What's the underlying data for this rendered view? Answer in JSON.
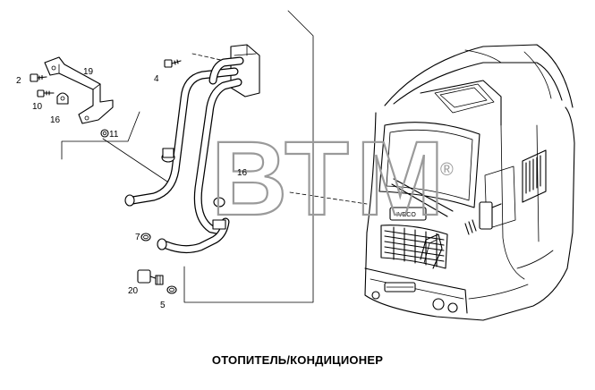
{
  "caption": "ОТОПИТЕЛЬ/КОНДИЦИОНЕР",
  "callouts": {
    "c2": "2",
    "c19": "19",
    "c10": "10",
    "c16a": "16",
    "c11": "11",
    "c4": "4",
    "c16b": "16",
    "c7": "7",
    "c20": "20",
    "c5": "5"
  },
  "watermark": {
    "letter_b": "B",
    "letter_t": "T",
    "letter_m": "M",
    "registered": "®"
  },
  "cab_badge": "IVECO",
  "colors": {
    "line": "#000000",
    "background": "#ffffff",
    "watermark": "#9a9a9a"
  }
}
